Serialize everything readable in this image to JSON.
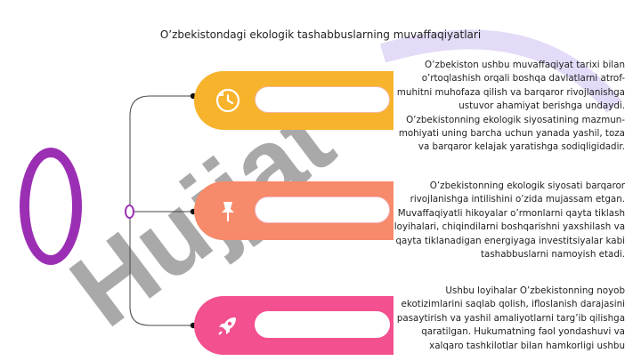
{
  "title": "O’zbekistondagi ekologik tashabbuslarning muvaffaqiyatlari",
  "items": [
    {
      "icon": "clock-icon",
      "color": "#f7b32b",
      "text": "O’zbekiston ushbu muvaffaqiyat tarixi bilan o’rtoqlashish orqali boshqa davlatlarni atrof-muhitni muhofaza qilish va barqaror rivojlanishga ustuvor ahamiyat berishga undaydi. O’zbekistonning ekologik siyosatining mazmun-mohiyati uning barcha uchun yanada yashil, toza va barqaror kelajak yaratishga sodiqligidadir."
    },
    {
      "icon": "pushpin-icon",
      "color": "#f78a6a",
      "text": "O’zbekistonning ekologik siyosati barqaror rivojlanishga intilishini o’zida mujassam etgan. Muvaffaqiyatli hikoyalar o’rmonlarni qayta tiklash loyihalari, chiqindilarni boshqarishni yaxshilash va qayta tiklanadigan energiyaga investitsiyalar kabi tashabbuslarni namoyish etadi."
    },
    {
      "icon": "rocket-icon",
      "color": "#f3508f",
      "text": "Ushbu loyihalar O’zbekistonning noyob ekotizimlarini saqlab qolish, ifloslanish darajasini pasaytirish va yashil amaliyotlarni targ’ib qilishga qaratilgan. Hukumatning faol yondashuvi va xalqaro tashkilotlar bilan hamkorligi ushbu"
    }
  ],
  "colors": {
    "ring": "#9b2fb4",
    "connector": "#444444"
  },
  "watermark": "Hujjat"
}
